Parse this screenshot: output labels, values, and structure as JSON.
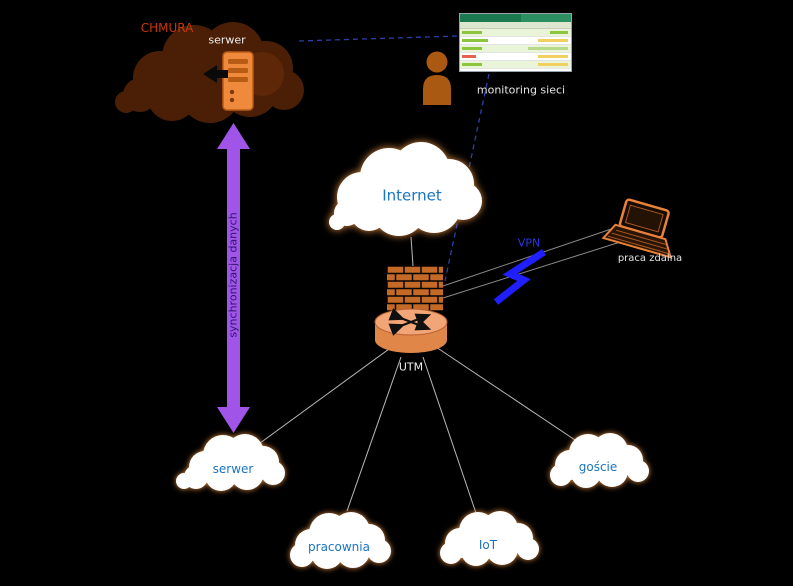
{
  "diagram": {
    "chmura": {
      "title": "CHMURA",
      "server_label": "serwer"
    },
    "sync_arrow": {
      "label": "synchronizacja danych"
    },
    "monitoring": {
      "label": "monitoring sieci"
    },
    "internet": {
      "label": "Internet"
    },
    "utm": {
      "label": "UTM"
    },
    "vpn": {
      "label": "VPN"
    },
    "remote_work": {
      "label": "praca zdalna"
    },
    "lan_clouds": [
      {
        "id": "serwer",
        "label": "serwer"
      },
      {
        "id": "pracownia",
        "label": "pracownia"
      },
      {
        "id": "iot",
        "label": "IoT"
      },
      {
        "id": "goscie",
        "label": "goście"
      }
    ],
    "colors": {
      "background": "#000000",
      "chmura_cloud_brown": "#4a1f06",
      "accent_orange": "#ef8a3c",
      "sync_arrow_purple": "#a155e8",
      "node_text_blue": "#1a74c0",
      "vpn_bolt_blue": "#1f1fff",
      "dashed_link_blue": "#2b3fa8",
      "chmura_label_red": "#c83a00",
      "cloud_glow_orange": "#e08a3f"
    }
  }
}
